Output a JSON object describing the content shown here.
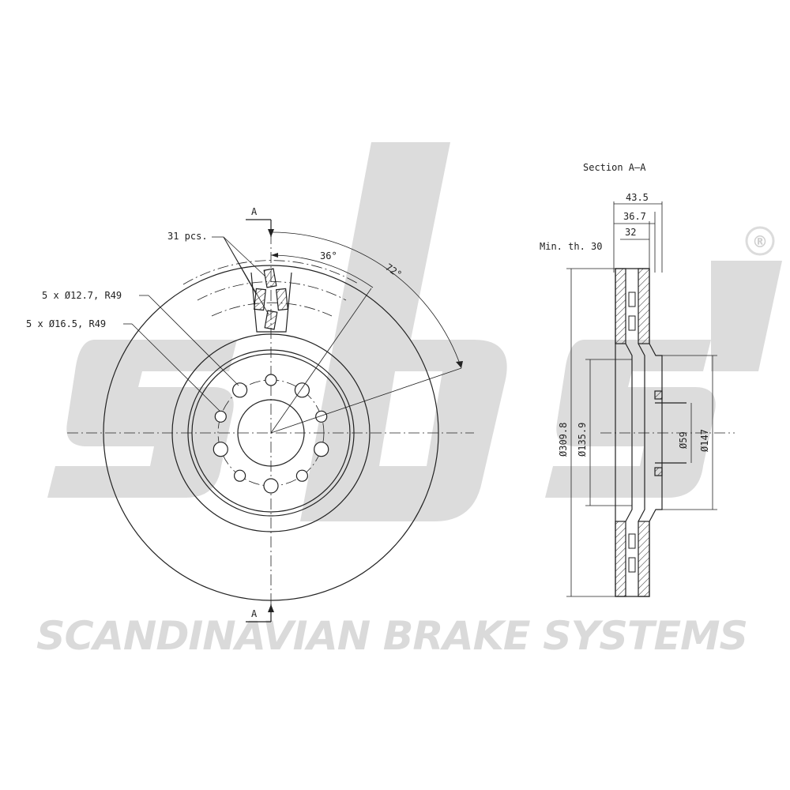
{
  "brand": {
    "logo_text": "sbs",
    "registered_mark": "®",
    "tagline": "SCANDINAVIAN BRAKE SYSTEMS",
    "watermark_color": "#dcdcdc"
  },
  "front_view": {
    "section_marker_top": "A",
    "section_marker_bottom": "A",
    "vanes_label": "31 pcs.",
    "hole_small_label": "5 x Ø12.7, R49",
    "hole_large_label": "5 x Ø16.5, R49",
    "angle_small": "36°",
    "angle_large": "72°"
  },
  "section_view": {
    "title": "Section A–A",
    "width_total": "43.5",
    "width_mid": "36.7",
    "width_inner": "32",
    "min_thickness": "Min. th. 30",
    "dia_outer": "Ø309.8",
    "dia_hat": "Ø135.9",
    "dia_center": "Ø59",
    "dia_flange": "Ø147"
  },
  "colors": {
    "line": "#222222",
    "watermark": "#dcdcdc",
    "background": "#ffffff"
  }
}
